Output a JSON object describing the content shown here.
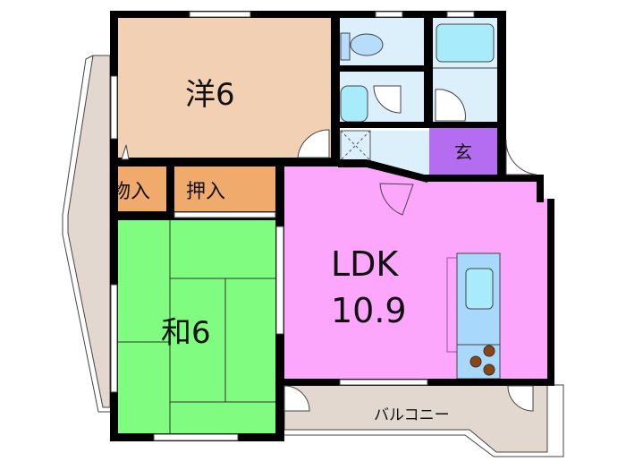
{
  "rooms": {
    "western": {
      "label": "洋6",
      "color": "#f2d0b4"
    },
    "japanese": {
      "label": "和6",
      "color": "#80fc80"
    },
    "ldk": {
      "label_line1": "LDK",
      "label_line2": "10.9",
      "color": "#fca6fc"
    },
    "closet_small": {
      "label": "物入",
      "color": "#f0aa6c"
    },
    "closet_oshiire": {
      "label": "押入",
      "color": "#f0aa6c"
    },
    "entrance": {
      "label": "玄",
      "color": "#b46cf0"
    },
    "balcony": {
      "label": "バルコニー",
      "color": "#e2d8d0"
    },
    "wet_area_color": "#dcf0fc",
    "fixture_color": "#a8ecfc"
  }
}
